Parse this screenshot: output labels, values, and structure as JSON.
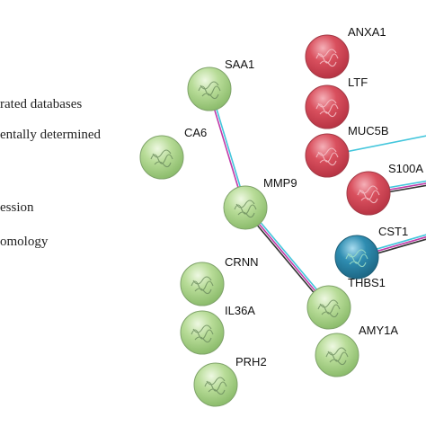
{
  "legend": [
    {
      "text": "rated databases"
    },
    {
      "text": "entally determined"
    },
    {
      "text": "ession"
    },
    {
      "text": "omology"
    }
  ],
  "nodes": [
    {
      "id": "SAA1",
      "label": "SAA1",
      "color": "green",
      "icon": "helix-protein-icon"
    },
    {
      "id": "CA6",
      "label": "CA6",
      "color": "green",
      "icon": "protein-structure-icon"
    },
    {
      "id": "MMP9",
      "label": "MMP9",
      "color": "green",
      "icon": "protein-structure-icon"
    },
    {
      "id": "CRNN",
      "label": "CRNN",
      "color": "green",
      "icon": "protein-structure-icon"
    },
    {
      "id": "IL36A",
      "label": "IL36A",
      "color": "green",
      "icon": "protein-structure-icon"
    },
    {
      "id": "PRH2",
      "label": "PRH2",
      "color": "green",
      "icon": "protein-structure-icon"
    },
    {
      "id": "THBS1",
      "label": "THBS1",
      "color": "green",
      "icon": "protein-structure-icon"
    },
    {
      "id": "AMY1A",
      "label": "AMY1A",
      "color": "green",
      "icon": "protein-structure-icon"
    },
    {
      "id": "ANXA1",
      "label": "ANXA1",
      "color": "red",
      "icon": "protein-structure-icon"
    },
    {
      "id": "LTF",
      "label": "LTF",
      "color": "red",
      "icon": "protein-structure-icon"
    },
    {
      "id": "MUC5B",
      "label": "MUC5B",
      "color": "red",
      "icon": "protein-structure-icon"
    },
    {
      "id": "S100A",
      "label": "S100A",
      "color": "red",
      "icon": "protein-structure-icon"
    },
    {
      "id": "CST1",
      "label": "CST1",
      "color": "blue",
      "icon": "protein-structure-icon"
    }
  ],
  "edges": [
    {
      "from": "SAA1",
      "to": "MMP9",
      "types": [
        "curated-databases",
        "experimentally-determined"
      ]
    },
    {
      "from": "MMP9",
      "to": "THBS1",
      "types": [
        "curated-databases",
        "experimentally-determined",
        "coexpression"
      ]
    },
    {
      "from": "MUC5B",
      "to": "offscreen-right",
      "types": [
        "curated-databases"
      ]
    },
    {
      "from": "S100A",
      "to": "offscreen-right",
      "types": [
        "curated-databases",
        "experimentally-determined",
        "coexpression"
      ]
    },
    {
      "from": "CST1",
      "to": "offscreen-right",
      "types": [
        "curated-databases",
        "experimentally-determined",
        "coexpression"
      ]
    }
  ],
  "colors": {
    "green_fill": "#b8dc98",
    "green_stroke": "#7fa36a",
    "red_fill": "#d9505e",
    "red_stroke": "#a33a46",
    "blue_fill": "#2f8db1",
    "blue_stroke": "#1e5f78",
    "edge_curated": "#43c6dc",
    "edge_experimental": "#c03aa8",
    "edge_coexpression": "#333333",
    "label": "#111111"
  }
}
